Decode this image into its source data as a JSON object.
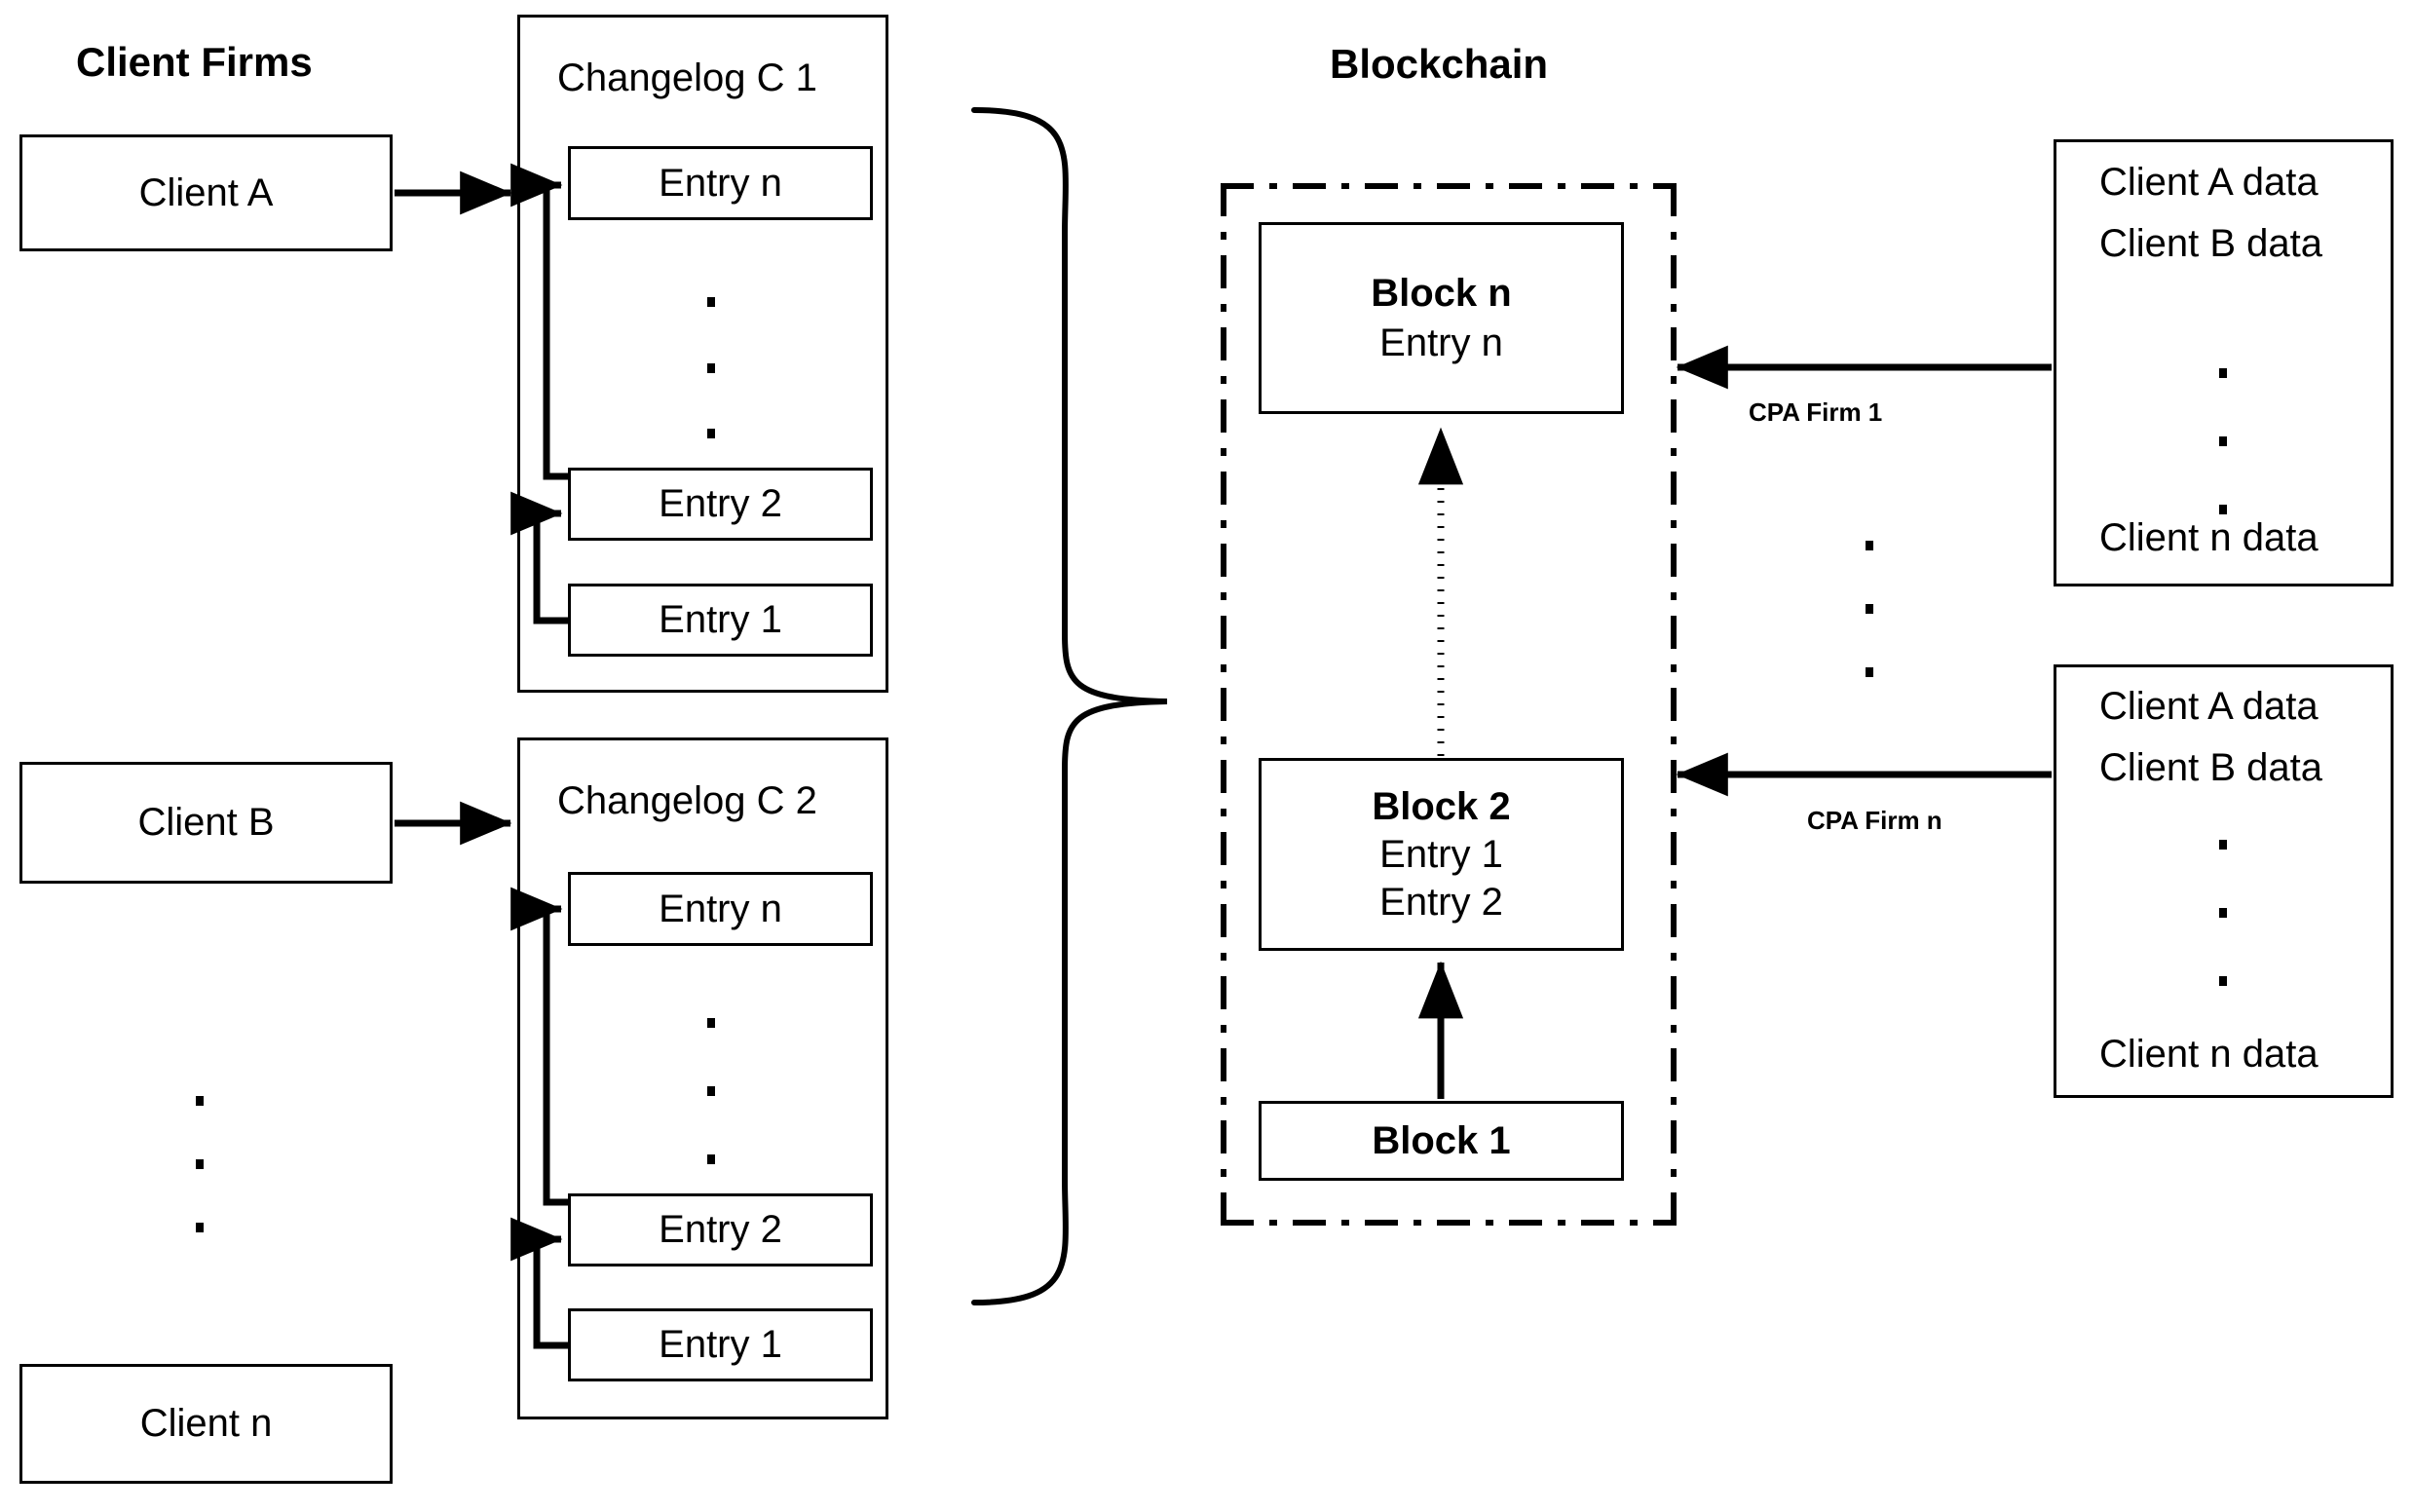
{
  "sections": {
    "client_firms_title": "Client Firms",
    "blockchain_title": "Blockchain"
  },
  "clients": [
    {
      "label": "Client A"
    },
    {
      "label": "Client B"
    },
    {
      "label": "Client n"
    }
  ],
  "changelogs": [
    {
      "title": "Changelog C 1",
      "entries_top": [
        "Entry n"
      ],
      "entries_bottom": [
        "Entry 2",
        "Entry 1"
      ]
    },
    {
      "title": "Changelog C 2",
      "entries_top": [
        "Entry n"
      ],
      "entries_bottom": [
        "Entry 2",
        "Entry 1"
      ]
    }
  ],
  "blockchain": {
    "blocks": [
      {
        "title": "Block n",
        "entries": [
          "Entry n"
        ]
      },
      {
        "title": "Block 2",
        "entries": [
          "Entry 1",
          "Entry 2"
        ]
      },
      {
        "title": "Block 1",
        "entries": []
      }
    ]
  },
  "cpa_firms": [
    {
      "label": "CPA Firm 1",
      "lines_top": [
        "Client A data",
        "Client B data"
      ],
      "lines_bottom": [
        "Client n data"
      ]
    },
    {
      "label": "CPA Firm n",
      "lines_top": [
        "Client A data",
        "Client B data"
      ],
      "lines_bottom": [
        "Client n data"
      ]
    }
  ],
  "colors": {
    "stroke": "#000000",
    "background": "#ffffff"
  }
}
